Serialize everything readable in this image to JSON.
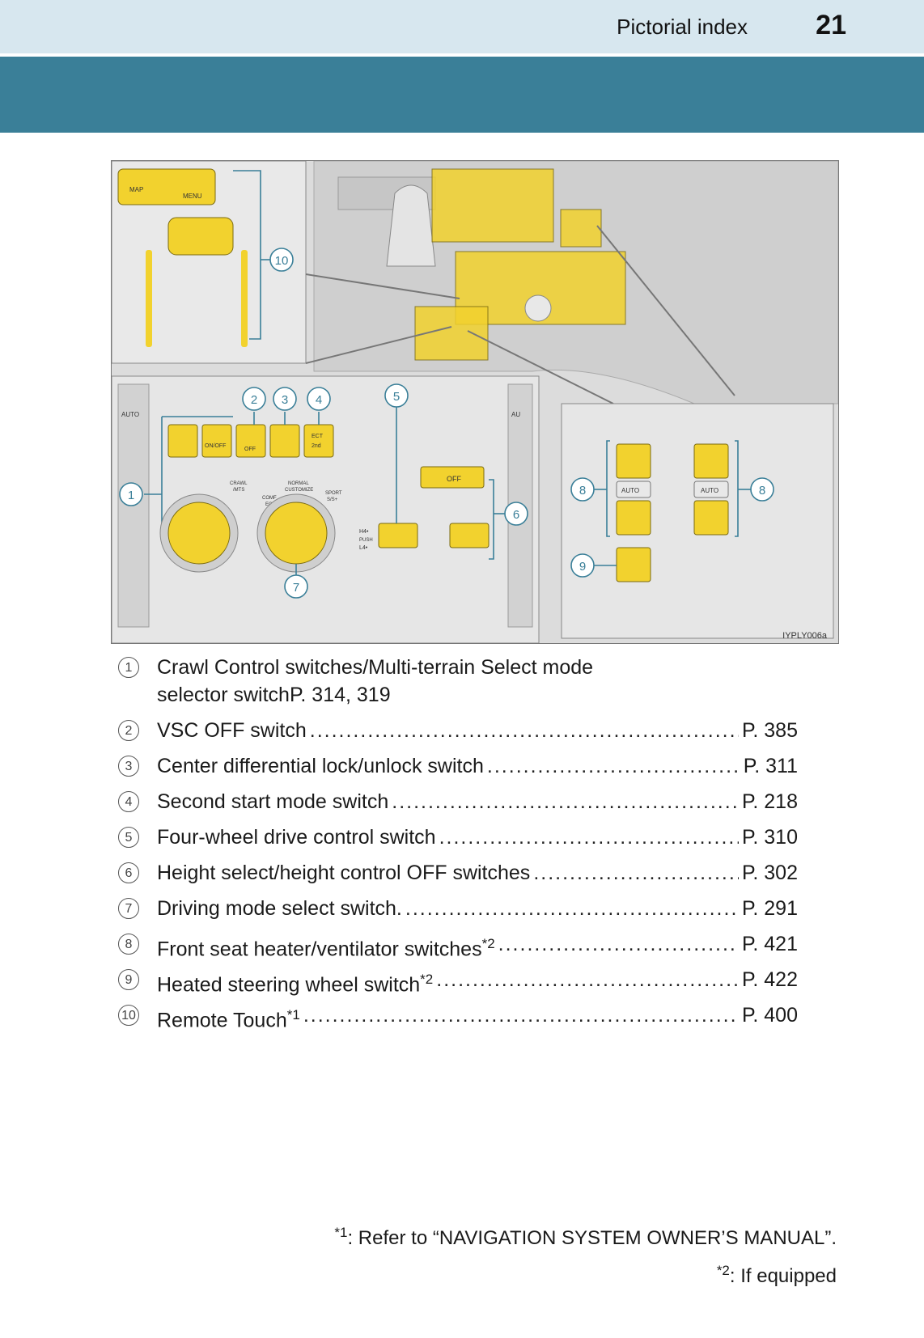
{
  "header": {
    "section_title": "Pictorial index",
    "page_number": "21"
  },
  "figure": {
    "image_code": "IYPLY006a",
    "labels": {
      "map": "MAP",
      "menu": "MENU",
      "auto": "AUTO",
      "au": "AU",
      "on_off": "ON/OFF",
      "off": "OFF",
      "ect": "ECT",
      "second": "2nd",
      "crawl": "CRAWL",
      "mts": "/MTS",
      "normal": "NORMAL",
      "customize": "CUSTOMIZE",
      "comf": "COMF",
      "eco": "ECO",
      "sport": "SPORT",
      "sport_s": "S/S+",
      "height_off": "OFF",
      "h4": "H4•",
      "push": "PUSH",
      "l4": "L4•"
    },
    "callouts": [
      "1",
      "2",
      "3",
      "4",
      "5",
      "6",
      "7",
      "8",
      "8",
      "9",
      "10"
    ]
  },
  "items": [
    {
      "num": "1",
      "text_line1": "Crawl Control switches/Multi-terrain Select mode",
      "text_line2": "selector switch",
      "page": "P. 314, 319"
    },
    {
      "num": "2",
      "text": "VSC OFF switch",
      "page": "P. 385"
    },
    {
      "num": "3",
      "text": "Center differential lock/unlock switch",
      "page": "P. 311"
    },
    {
      "num": "4",
      "text": "Second start mode switch",
      "page": "P. 218"
    },
    {
      "num": "5",
      "text": "Four-wheel drive control switch",
      "page": "P. 310"
    },
    {
      "num": "6",
      "text": "Height select/height control OFF switches",
      "page": "P. 302"
    },
    {
      "num": "7",
      "text": "Driving mode select switch.",
      "page": "P. 291"
    },
    {
      "num": "8",
      "text": "Front seat heater/ventilator switches",
      "sup": "*2",
      "page": "P. 421"
    },
    {
      "num": "9",
      "text": "Heated steering wheel switch",
      "sup": "*2",
      "page": "P. 422"
    },
    {
      "num": "10",
      "text": "Remote Touch",
      "sup": "*1",
      "page": "P. 400"
    }
  ],
  "footnotes": [
    {
      "mark": "*1",
      "text": ": Refer to “NAVIGATION SYSTEM OWNER’S MANUAL”."
    },
    {
      "mark": "*2",
      "text": ": If equipped"
    }
  ],
  "colors": {
    "header_light": "#d7e7ef",
    "header_band": "#3a7f98",
    "highlight": "#f2d22e"
  }
}
